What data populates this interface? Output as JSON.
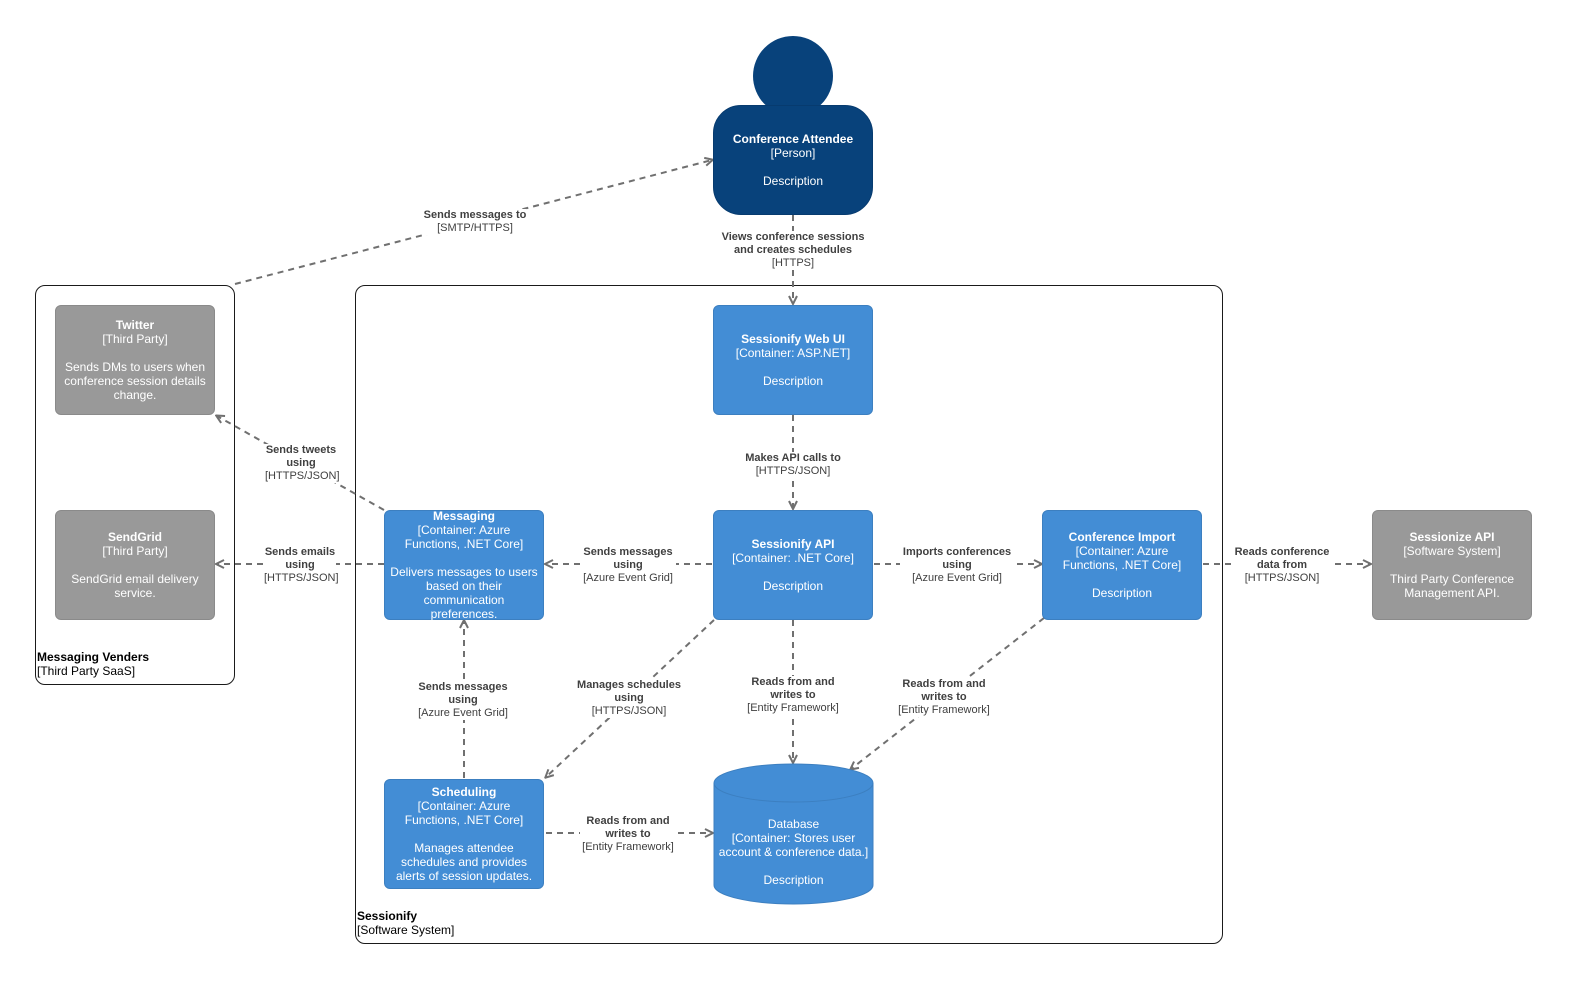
{
  "boundaries": {
    "vendors": {
      "name": "Messaging Venders",
      "type": "[Third Party SaaS]"
    },
    "sessionify": {
      "name": "Sessionify",
      "type": "[Software System]"
    }
  },
  "nodes": {
    "attendee": {
      "name": "Conference Attendee",
      "type": "[Person]",
      "desc": "Description"
    },
    "webui": {
      "name": "Sessionify Web UI",
      "type": "[Container: ASP.NET]",
      "desc": "Description"
    },
    "api": {
      "name": "Sessionify API",
      "type": "[Container: .NET Core]",
      "desc": "Description"
    },
    "messaging": {
      "name": "Messaging",
      "type": "[Container: Azure Functions, .NET Core]",
      "desc": "Delivers messages to users based on their communication preferences."
    },
    "import": {
      "name": "Conference Import",
      "type": "[Container: Azure Functions, .NET Core]",
      "desc": "Description"
    },
    "scheduling": {
      "name": "Scheduling",
      "type": "[Container: Azure Functions, .NET Core]",
      "desc": "Manages attendee schedules and provides alerts of session updates."
    },
    "database": {
      "name": "Database",
      "type": "[Container: Stores user account & conference data.]",
      "desc": "Description"
    },
    "twitter": {
      "name": "Twitter",
      "type": "[Third Party]",
      "desc": "Sends DMs to users when conference session details change."
    },
    "sendgrid": {
      "name": "SendGrid",
      "type": "[Third Party]",
      "desc": "SendGrid email delivery service."
    },
    "sessionize": {
      "name": "Sessionize API",
      "type": "[Software System]",
      "desc": "Third Party Conference Management API."
    }
  },
  "edges": {
    "vendors_attendee": {
      "desc": "Sends messages to",
      "tech": "[SMTP/HTTPS]"
    },
    "attendee_webui": {
      "desc": "Views conference sessions and creates schedules",
      "tech": "[HTTPS]"
    },
    "webui_api": {
      "desc": "Makes API calls to",
      "tech": "[HTTPS/JSON]"
    },
    "messaging_twitter": {
      "desc": "Sends tweets using",
      "tech": "[HTTPS/JSON]"
    },
    "messaging_sendgrid": {
      "desc": "Sends emails using",
      "tech": "[HTTPS/JSON]"
    },
    "api_messaging": {
      "desc": "Sends messages using",
      "tech": "[Azure Event Grid]"
    },
    "api_import": {
      "desc": "Imports conferences using",
      "tech": "[Azure Event Grid]"
    },
    "import_sessionize": {
      "desc": "Reads conference data from",
      "tech": "[HTTPS/JSON]"
    },
    "scheduling_messaging": {
      "desc": "Sends messages using",
      "tech": "[Azure Event Grid]"
    },
    "api_scheduling": {
      "desc": "Manages schedules using",
      "tech": "[HTTPS/JSON]"
    },
    "api_database": {
      "desc": "Reads from and writes to",
      "tech": "[Entity Framework]"
    },
    "import_database": {
      "desc": "Reads from and writes to",
      "tech": "[Entity Framework]"
    },
    "scheduling_database": {
      "desc": "Reads from and writes to",
      "tech": "[Entity Framework]"
    }
  }
}
